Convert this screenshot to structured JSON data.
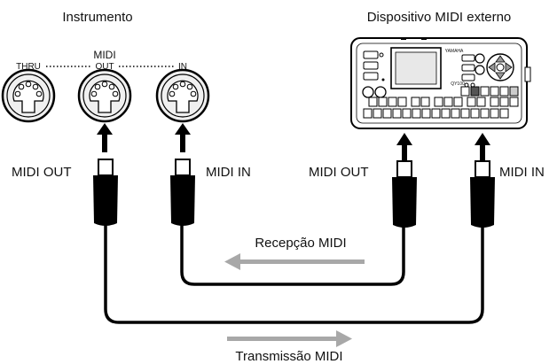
{
  "headings": {
    "instrument": "Instrumento",
    "external_device": "Dispositivo MIDI externo"
  },
  "instrument_ports": {
    "group_label": "MIDI",
    "thru": "THRU",
    "out": "OUT",
    "in": "IN"
  },
  "cable_labels": {
    "left_out": "MIDI OUT",
    "left_in": "MIDI IN",
    "right_out": "MIDI OUT",
    "right_in": "MIDI IN"
  },
  "flows": {
    "reception": "Recepção MIDI",
    "transmission": "Transmissão MIDI"
  },
  "device": {
    "brand": "YAMAHA",
    "model": "QY100"
  },
  "colors": {
    "cable": "#000000",
    "flow_arrow": "#a8a8a8",
    "port_fill": "#eeeeee"
  }
}
